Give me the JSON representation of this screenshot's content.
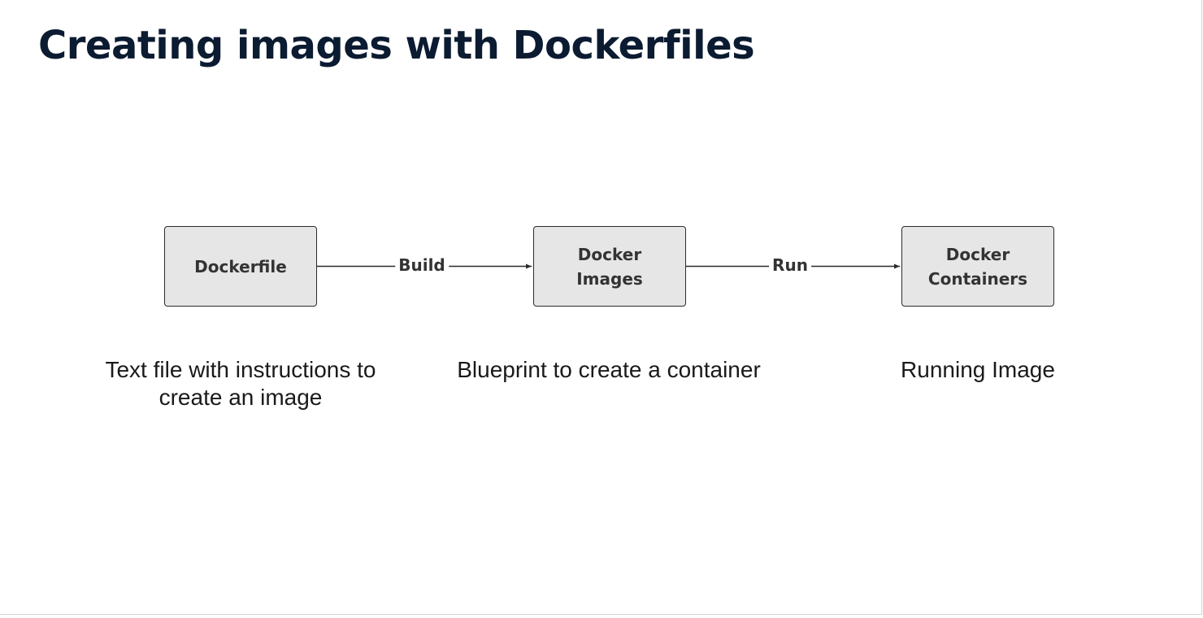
{
  "slide": {
    "title": "Creating images with Dockerfiles"
  },
  "diagram": {
    "nodes": [
      {
        "id": "dockerfile",
        "label": "Dockerfile",
        "caption": "Text file with instructions to create an image"
      },
      {
        "id": "images",
        "label": "Docker\nImages",
        "caption": "Blueprint to create a container"
      },
      {
        "id": "containers",
        "label": "Docker\nContainers",
        "caption": "Running Image"
      }
    ],
    "edges": [
      {
        "from": "dockerfile",
        "to": "images",
        "label": "Build"
      },
      {
        "from": "images",
        "to": "containers",
        "label": "Run"
      }
    ]
  },
  "colors": {
    "title": "#0b1b31",
    "box_fill": "#e6e6e6",
    "box_stroke": "#2b2b2b",
    "text": "#333333"
  }
}
